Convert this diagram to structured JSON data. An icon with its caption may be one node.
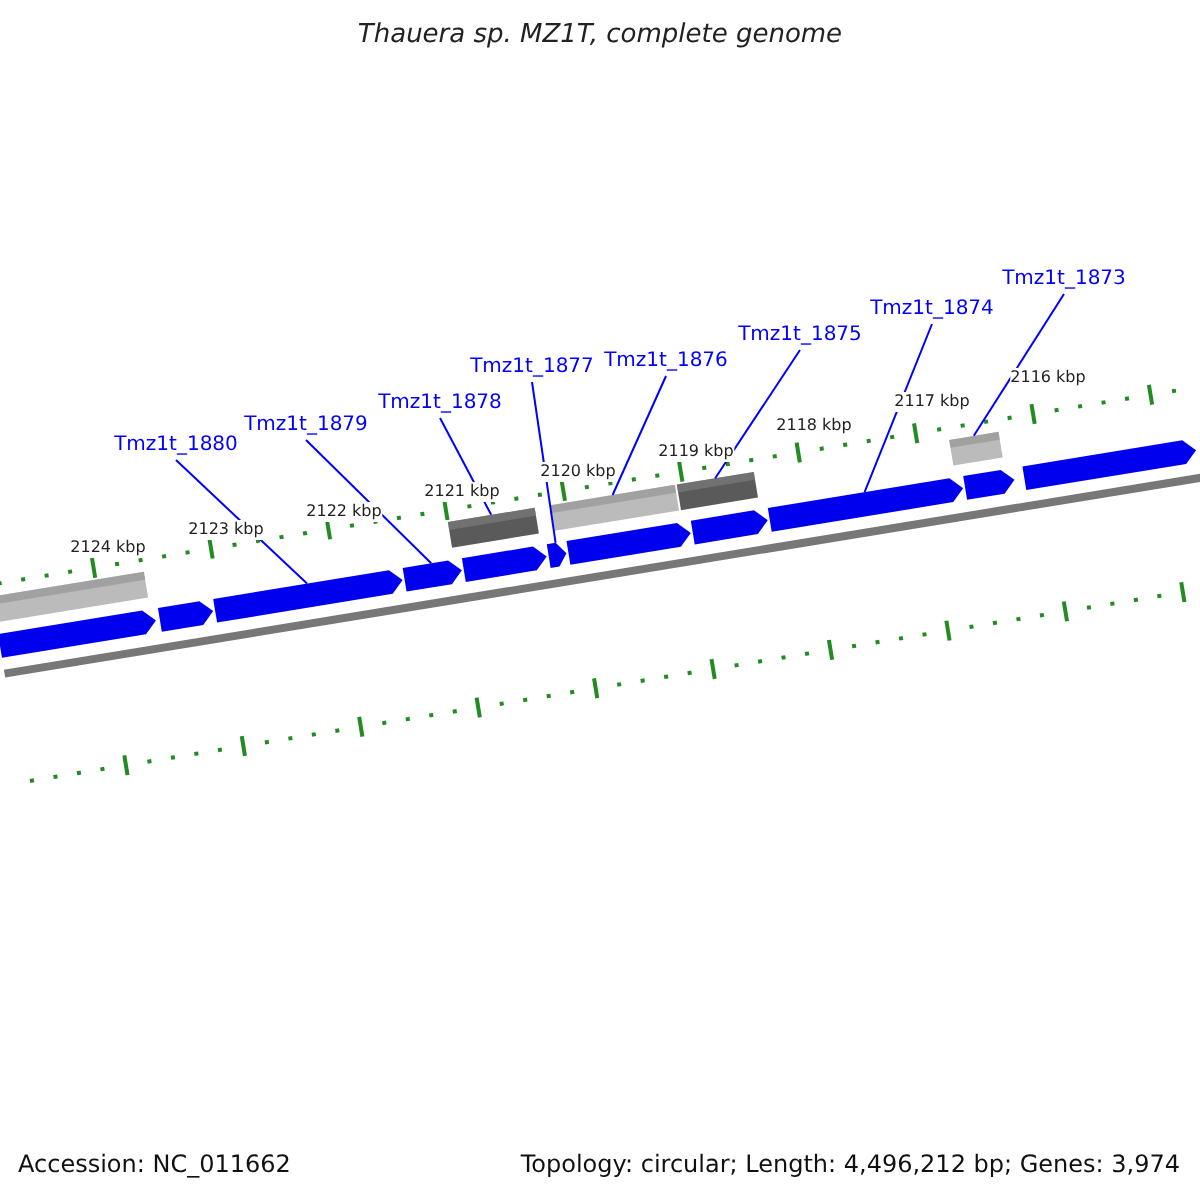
{
  "diagram": {
    "title": "Thauera sp. MZ1T, complete genome",
    "nodes": [
      {
        "text": [
          "Tmz1t_1880"
        ]
      },
      {
        "text": [
          "Tmz1t_1879"
        ]
      },
      {
        "text": [
          "Tmz1t_1878"
        ]
      },
      {
        "text": [
          "Tmz1t_1877"
        ]
      },
      {
        "text": [
          "Tmz1t_1876"
        ]
      },
      {
        "text": [
          "Tmz1t_1875"
        ]
      },
      {
        "text": [
          "Tmz1t_1874"
        ]
      },
      {
        "text": [
          "Tmz1t_1873"
        ]
      },
      {
        "text": [],
        "shape": "box"
      },
      {
        "text": [],
        "shape": "bar"
      },
      {
        "text": [],
        "shape": "bar"
      },
      {
        "text": [],
        "shape": "bar"
      },
      {
        "text": [],
        "shape": "bar"
      },
      {
        "text": [],
        "shape": "box"
      },
      {
        "text": [],
        "shape": "bar"
      },
      {
        "text": [],
        "shape": "bar"
      },
      {
        "text": [],
        "shape": "box"
      },
      {
        "text": [],
        "shape": "bar"
      },
      {
        "text": [],
        "shape": "box"
      },
      {
        "text": [],
        "shape": "bar"
      },
      {
        "text": [],
        "shape": "bar"
      },
      {
        "text": [],
        "shape": "box"
      },
      {
        "text": [],
        "shape": "bar"
      },
      {
        "text": [],
        "shape": "bar"
      }
    ],
    "edges": [
      {
        "from": 0,
        "to": 11,
        "arrow": "none"
      },
      {
        "from": 1,
        "to": 12,
        "arrow": "none"
      },
      {
        "from": 2,
        "to": 13,
        "arrow": "none"
      },
      {
        "from": 3,
        "to": 15,
        "arrow": "none"
      },
      {
        "from": 4,
        "to": 16,
        "arrow": "none"
      },
      {
        "from": 5,
        "to": 18,
        "arrow": "none"
      },
      {
        "from": 6,
        "to": 20,
        "arrow": "none"
      },
      {
        "from": 7,
        "to": 21,
        "arrow": "none"
      }
    ],
    "labels": [
      "2124 kbp",
      "2123 kbp",
      "2122 kbp",
      "2121 kbp",
      "2120 kbp",
      "2119 kbp",
      "2118 kbp",
      "2117 kbp",
      "2116 kbp",
      "Accession: NC_011662",
      "Topology: circular; Length: 4,496,212 bp; Genes: 3,974"
    ]
  }
}
